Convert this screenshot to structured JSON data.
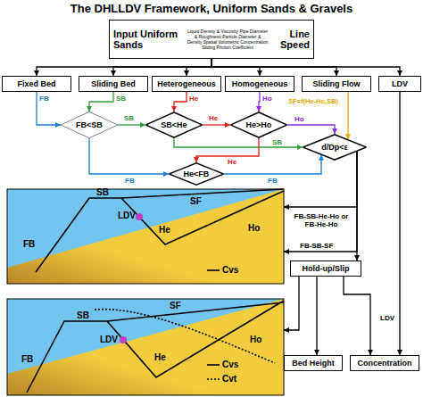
{
  "diagram": {
    "title": "The DHLLDV Framework, Uniform Sands & Gravels",
    "nodes": [
      {
        "text": [
          "Input Uniform Sands",
          "Liquid Density & Viscosity Pipe Diameter & Roughness Particle Diameter & Density Spatial Volumetric Concentration Sliding Friction Coefficient",
          "Line Speed"
        ]
      },
      {
        "text": [
          "Fixed Bed"
        ]
      },
      {
        "text": [
          "Sliding Bed"
        ]
      },
      {
        "text": [
          "Heterogeneous"
        ]
      },
      {
        "text": [
          "Homogeneous"
        ]
      },
      {
        "text": [
          "Sliding Flow"
        ]
      },
      {
        "text": [
          "LDV"
        ]
      },
      {
        "text": [
          "FB<SB"
        ]
      },
      {
        "text": [
          "SB<He"
        ]
      },
      {
        "text": [
          "He>Ho"
        ]
      },
      {
        "text": [
          "He<FB"
        ]
      },
      {
        "text": [
          "d/Dp<ε"
        ]
      },
      {
        "text": [
          "SB",
          "SF",
          "LDV",
          "Ho",
          "He",
          "FB"
        ]
      },
      {
        "text": [
          "Hold-up/Slip"
        ]
      },
      {
        "text": [
          "SB",
          "SF",
          "LDV",
          "Ho",
          "FB",
          "He"
        ]
      },
      {
        "text": [
          "Bed Height"
        ]
      },
      {
        "text": [
          "Concentration"
        ]
      }
    ],
    "edges": [
      {
        "from": 0,
        "to": 1,
        "arrow": "to"
      },
      {
        "from": 0,
        "to": 2,
        "arrow": "to"
      },
      {
        "from": 0,
        "to": 3,
        "arrow": "to"
      },
      {
        "from": 0,
        "to": 4,
        "arrow": "to"
      },
      {
        "from": 0,
        "to": 5,
        "arrow": "to"
      },
      {
        "from": 0,
        "to": 6,
        "arrow": "to"
      },
      {
        "from": 1,
        "to": 7,
        "label": "FB",
        "arrow": "to"
      },
      {
        "from": 2,
        "to": 7,
        "label": "SB",
        "arrow": "to"
      },
      {
        "from": 7,
        "to": 8,
        "label": "SB",
        "arrow": "to"
      },
      {
        "from": 3,
        "to": 8,
        "label": "He",
        "arrow": "to"
      },
      {
        "from": 8,
        "to": 9,
        "label": "He",
        "arrow": "to"
      },
      {
        "from": 4,
        "to": 9,
        "label": "Ho",
        "arrow": "to"
      },
      {
        "from": 9,
        "to": 11,
        "label": "Ho",
        "arrow": "to"
      },
      {
        "from": 8,
        "to": 11,
        "label": "SB",
        "arrow": "to"
      },
      {
        "from": 7,
        "to": 10,
        "label": "FB",
        "arrow": "to"
      },
      {
        "from": 9,
        "to": 10,
        "label": "He",
        "arrow": "to"
      },
      {
        "from": 10,
        "to": 11,
        "label": "FB",
        "arrow": "to"
      },
      {
        "from": 5,
        "to": 11,
        "label": "SF=f(He-Ho,SB)",
        "arrow": "to"
      },
      {
        "from": 11,
        "to": 12,
        "label": "FB-SB-He-Ho or FB-He-Ho",
        "arrow": "to"
      },
      {
        "from": 11,
        "to": 12,
        "label": "FB-SB-SF",
        "arrow": "to"
      },
      {
        "from": 11,
        "to": 13,
        "arrow": "to"
      },
      {
        "from": 13,
        "to": 14,
        "arrow": "to"
      },
      {
        "from": 13,
        "to": 15,
        "arrow": "to"
      },
      {
        "from": 13,
        "to": 16,
        "arrow": "to"
      },
      {
        "from": 6,
        "to": 16,
        "label": "LDV",
        "arrow": "to"
      }
    ],
    "legend": [
      {
        "text": "Cvs"
      },
      {
        "text": "Cvs"
      },
      {
        "text": "Cvt"
      }
    ]
  }
}
